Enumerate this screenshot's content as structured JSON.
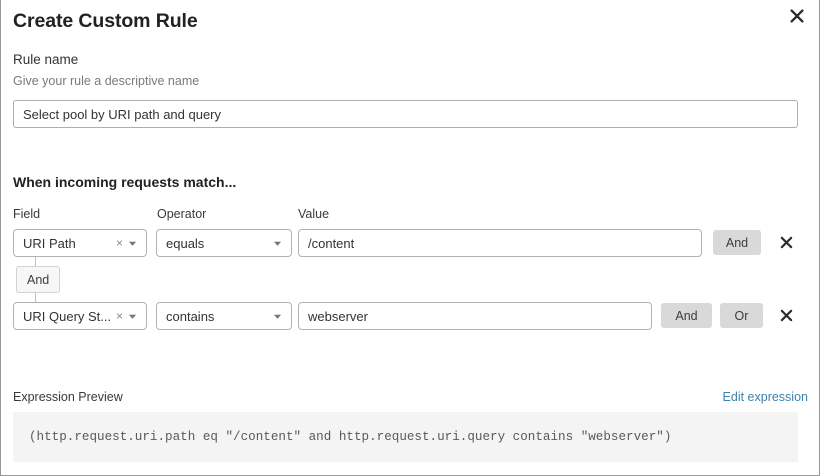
{
  "dialog": {
    "title": "Create Custom Rule",
    "close_icon": "close-icon"
  },
  "rule_name": {
    "label": "Rule name",
    "hint": "Give your rule a descriptive name",
    "value": "Select pool by URI path and query",
    "placeholder": "Give your rule a descriptive name"
  },
  "match_section": {
    "heading": "When incoming requests match...",
    "columns": {
      "field": "Field",
      "operator": "Operator",
      "value": "Value"
    },
    "conditions": [
      {
        "field": "URI Path",
        "operator": "equals",
        "value": "/content",
        "buttons": [
          "And"
        ],
        "delete_label": "✕"
      },
      {
        "field": "URI Query St...",
        "operator": "contains",
        "value": "webserver",
        "buttons": [
          "And",
          "Or"
        ],
        "delete_label": "✕"
      }
    ],
    "connector": {
      "label": "And"
    },
    "clear_icon_label": "×"
  },
  "expression_preview": {
    "label": "Expression Preview",
    "edit_link": "Edit expression",
    "expression": "(http.request.uri.path eq \"/content\" and http.request.uri.query contains \"webserver\")"
  },
  "colors": {
    "accent_link": "#3d83ad",
    "logic_button_bg": "#d9d9d9",
    "connector_bg": "#f7f7f7",
    "code_bg": "#f4f4f4",
    "border": "#b3b3b3"
  }
}
